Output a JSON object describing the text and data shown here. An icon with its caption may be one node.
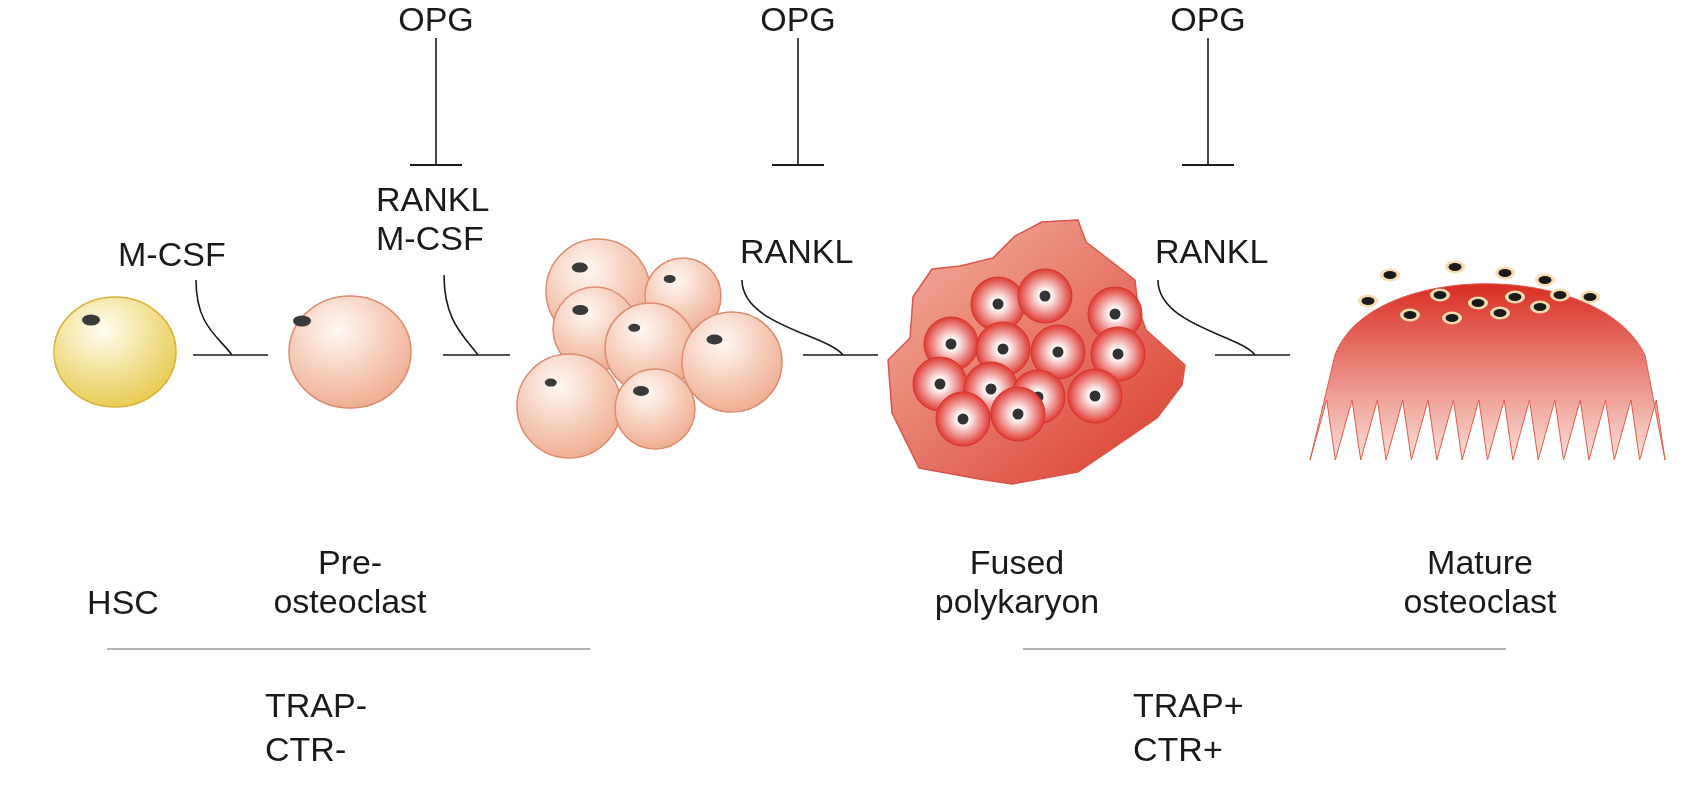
{
  "diagram": {
    "nodes": [
      {
        "text": [
          "OPG"
        ]
      },
      {
        "text": [
          "OPG"
        ]
      },
      {
        "text": [
          "OPG"
        ]
      },
      {
        "text": [
          "M-CSF"
        ]
      },
      {
        "text": [
          "RANKL M-CSF"
        ]
      },
      {
        "text": [
          "RANKL"
        ]
      },
      {
        "text": [
          "RANKL"
        ]
      },
      {
        "text": [],
        "shape": "picture"
      },
      {
        "text": [],
        "shape": "picture"
      },
      {
        "text": [],
        "shape": "picture"
      },
      {
        "text": [],
        "shape": "picture"
      },
      {
        "text": [],
        "shape": "picture"
      }
    ],
    "edges": [
      {
        "from": 0,
        "to": 4,
        "arrow": "other"
      },
      {
        "from": 1,
        "to": 5,
        "arrow": "other"
      },
      {
        "from": 2,
        "to": 6,
        "arrow": "other"
      },
      {
        "from": 7,
        "to": 8,
        "arrow": "none"
      },
      {
        "from": 8,
        "to": 9,
        "arrow": "none"
      },
      {
        "from": 9,
        "to": 10,
        "arrow": "none"
      },
      {
        "from": 10,
        "to": 11,
        "arrow": "none"
      },
      {
        "from": 3,
        "to": null,
        "arrow": "none"
      },
      {
        "from": 4,
        "to": null,
        "arrow": "none"
      },
      {
        "from": 5,
        "to": null,
        "arrow": "none"
      },
      {
        "from": 6,
        "to": null,
        "arrow": "none"
      }
    ],
    "labels": [
      "HSC",
      "Pre- osteoclast",
      "Fused polykaryon",
      "Mature osteoclast",
      "TRAP-",
      "CTR-",
      "TRAP+",
      "CTR+"
    ]
  }
}
